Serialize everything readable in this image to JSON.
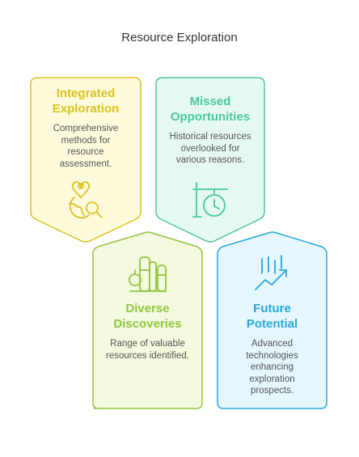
{
  "title": "Resource Exploration",
  "cards": [
    {
      "title_line1": "Integrated",
      "title_line2": "Exploration",
      "desc": [
        "Comprehensive",
        "methods for",
        "resource",
        "assessment."
      ],
      "accent": "#d9c320",
      "fill": "#fefbdc",
      "icon": "map-pin-search-icon"
    },
    {
      "title_line1": "Missed",
      "title_line2": "Opportunities",
      "desc": [
        "Historical resources",
        "overlooked for",
        "various reasons."
      ],
      "accent": "#4ac79a",
      "fill": "#e6f9f1",
      "icon": "timer-sign-icon"
    },
    {
      "title_line1": "Diverse",
      "title_line2": "Discoveries",
      "desc": [
        "Range of valuable",
        "resources identified."
      ],
      "accent": "#8fc63f",
      "fill": "#f3fadf",
      "icon": "refinery-icon"
    },
    {
      "title_line1": "Future",
      "title_line2": "Potential",
      "desc": [
        "Advanced",
        "technologies",
        "enhancing",
        "exploration",
        "prospects."
      ],
      "accent": "#29a8d9",
      "fill": "#e5f6fd",
      "icon": "growth-chart-icon"
    }
  ]
}
